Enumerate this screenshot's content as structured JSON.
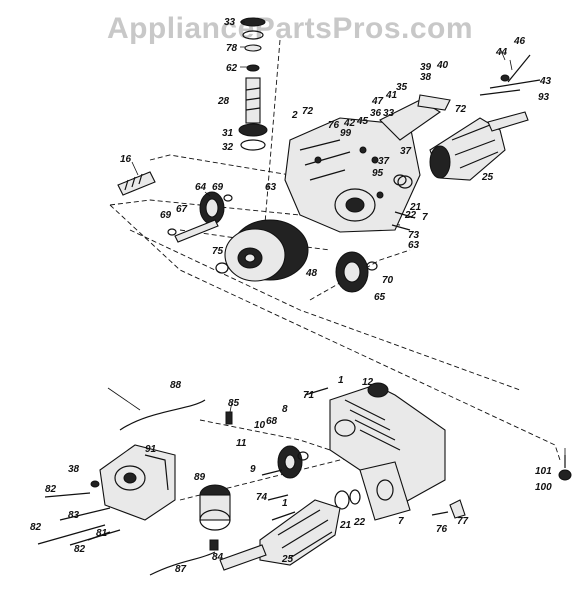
{
  "watermark": "AppliancePartsPros.com",
  "callouts": [
    {
      "id": "c33",
      "text": "33"
    },
    {
      "id": "c78",
      "text": "78"
    },
    {
      "id": "c62",
      "text": "62"
    },
    {
      "id": "c28",
      "text": "28"
    },
    {
      "id": "c31",
      "text": "31"
    },
    {
      "id": "c32",
      "text": "32"
    },
    {
      "id": "c16",
      "text": "16"
    },
    {
      "id": "c64",
      "text": "64"
    },
    {
      "id": "c69a",
      "text": "69"
    },
    {
      "id": "c69b",
      "text": "69"
    },
    {
      "id": "c67",
      "text": "67"
    },
    {
      "id": "c2",
      "text": "2"
    },
    {
      "id": "c72a",
      "text": "72"
    },
    {
      "id": "c63a",
      "text": "63"
    },
    {
      "id": "c76",
      "text": "76"
    },
    {
      "id": "c42",
      "text": "42"
    },
    {
      "id": "c99",
      "text": "99"
    },
    {
      "id": "c45",
      "text": "45"
    },
    {
      "id": "c36",
      "text": "36"
    },
    {
      "id": "c33b",
      "text": "33"
    },
    {
      "id": "c47",
      "text": "47"
    },
    {
      "id": "c41",
      "text": "41"
    },
    {
      "id": "c35",
      "text": "35"
    },
    {
      "id": "c39",
      "text": "39"
    },
    {
      "id": "c38",
      "text": "38"
    },
    {
      "id": "c40",
      "text": "40"
    },
    {
      "id": "c44",
      "text": "44"
    },
    {
      "id": "c46",
      "text": "46"
    },
    {
      "id": "c43",
      "text": "43"
    },
    {
      "id": "c93",
      "text": "93"
    },
    {
      "id": "c72b",
      "text": "72"
    },
    {
      "id": "c37a",
      "text": "37"
    },
    {
      "id": "c37b",
      "text": "37"
    },
    {
      "id": "c95",
      "text": "95"
    },
    {
      "id": "c21a",
      "text": "21"
    },
    {
      "id": "c22a",
      "text": "22"
    },
    {
      "id": "c25a",
      "text": "25"
    },
    {
      "id": "c7a",
      "text": "7"
    },
    {
      "id": "c73",
      "text": "73"
    },
    {
      "id": "c63b",
      "text": "63"
    },
    {
      "id": "c75",
      "text": "75"
    },
    {
      "id": "c48",
      "text": "48"
    },
    {
      "id": "c70",
      "text": "70"
    },
    {
      "id": "c65",
      "text": "65"
    },
    {
      "id": "c88",
      "text": "88"
    },
    {
      "id": "c85",
      "text": "85"
    },
    {
      "id": "c71",
      "text": "71"
    },
    {
      "id": "c1",
      "text": "1"
    },
    {
      "id": "c12",
      "text": "12"
    },
    {
      "id": "c8",
      "text": "8"
    },
    {
      "id": "c10",
      "text": "10"
    },
    {
      "id": "c68",
      "text": "68"
    },
    {
      "id": "c11",
      "text": "11"
    },
    {
      "id": "c91",
      "text": "91"
    },
    {
      "id": "c38b",
      "text": "38"
    },
    {
      "id": "c82a",
      "text": "82"
    },
    {
      "id": "c82b",
      "text": "82"
    },
    {
      "id": "c82c",
      "text": "82"
    },
    {
      "id": "c83",
      "text": "83"
    },
    {
      "id": "c81",
      "text": "81"
    },
    {
      "id": "c89",
      "text": "89"
    },
    {
      "id": "c9",
      "text": "9"
    },
    {
      "id": "c74",
      "text": "74"
    },
    {
      "id": "c1b",
      "text": "1"
    },
    {
      "id": "c21b",
      "text": "21"
    },
    {
      "id": "c22b",
      "text": "22"
    },
    {
      "id": "c7b",
      "text": "7"
    },
    {
      "id": "c76b",
      "text": "76"
    },
    {
      "id": "c77",
      "text": "77"
    },
    {
      "id": "c84",
      "text": "84"
    },
    {
      "id": "c25b",
      "text": "25"
    },
    {
      "id": "c87",
      "text": "87"
    },
    {
      "id": "c101",
      "text": "101"
    },
    {
      "id": "c100",
      "text": "100"
    }
  ]
}
